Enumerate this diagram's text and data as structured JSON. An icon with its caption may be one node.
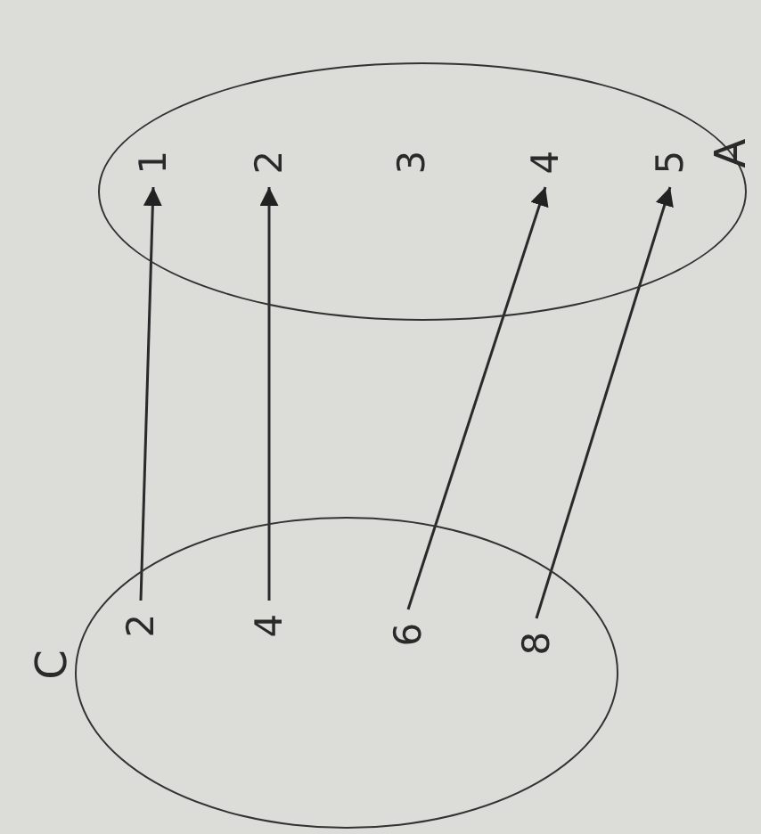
{
  "diagram": {
    "nodes": [
      {
        "text": [
          "A"
        ]
      },
      {
        "text": [
          "1"
        ],
        "in": 0
      },
      {
        "text": [
          "2"
        ],
        "in": 0
      },
      {
        "text": [
          "3"
        ],
        "in": 0
      },
      {
        "text": [
          "4"
        ],
        "in": 0
      },
      {
        "text": [
          "5"
        ],
        "in": 0
      },
      {
        "text": [
          "C"
        ]
      },
      {
        "text": [
          "2"
        ],
        "in": 6
      },
      {
        "text": [
          "4"
        ],
        "in": 6
      },
      {
        "text": [
          "6"
        ],
        "in": 6
      },
      {
        "text": [
          "8"
        ],
        "in": 6
      }
    ],
    "edges": [
      {
        "from": 7,
        "to": 1,
        "arrow": "to"
      },
      {
        "from": 8,
        "to": 2,
        "arrow": "to"
      },
      {
        "from": 9,
        "to": 4,
        "arrow": "to"
      },
      {
        "from": 10,
        "to": 5,
        "arrow": "to"
      }
    ]
  }
}
